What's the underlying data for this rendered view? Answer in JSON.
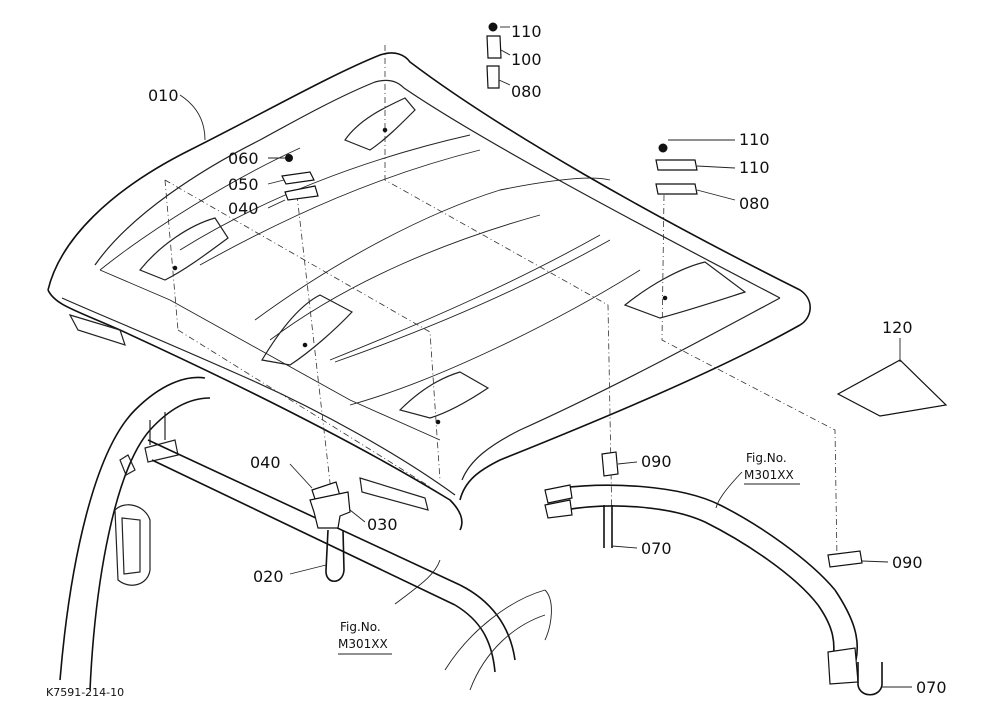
{
  "drawing_number": "K7591-214-10",
  "callouts": [
    {
      "id": "c010",
      "label": "010"
    },
    {
      "id": "c020",
      "label": "020"
    },
    {
      "id": "c030",
      "label": "030"
    },
    {
      "id": "c040a",
      "label": "040"
    },
    {
      "id": "c040b",
      "label": "040"
    },
    {
      "id": "c050",
      "label": "050"
    },
    {
      "id": "c060",
      "label": "060"
    },
    {
      "id": "c070a",
      "label": "070"
    },
    {
      "id": "c070b",
      "label": "070"
    },
    {
      "id": "c080a",
      "label": "080"
    },
    {
      "id": "c080b",
      "label": "080"
    },
    {
      "id": "c090a",
      "label": "090"
    },
    {
      "id": "c090b",
      "label": "090"
    },
    {
      "id": "c100a",
      "label": "100"
    },
    {
      "id": "c100b",
      "label": "100"
    },
    {
      "id": "c110a",
      "label": "110"
    },
    {
      "id": "c110b",
      "label": "110"
    },
    {
      "id": "c120",
      "label": "120"
    }
  ],
  "figure_refs": [
    {
      "id": "fig1",
      "line1": "Fig.No.",
      "line2": "M301XX"
    },
    {
      "id": "fig2",
      "line1": "Fig.No.",
      "line2": "M301XX"
    }
  ]
}
